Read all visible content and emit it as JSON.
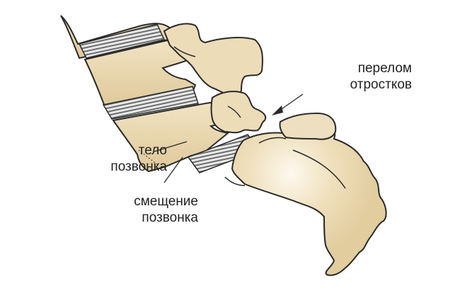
{
  "diagram": {
    "subject": "lumbar spine and sacrum with spondylolisthesis",
    "colors": {
      "bone": "#ead9b4",
      "bone_shadow": "#d7c294",
      "bone_highlight": "#fbf5e6",
      "outline": "#2a2a2a",
      "disc": "#8c8c8c",
      "disc_stripe": "#e8e8e8",
      "text": "#222222"
    },
    "labels": {
      "fracture": {
        "line1": "перелом",
        "line2": "отростков"
      },
      "vertebral_body": {
        "line1": "тело",
        "line2": "позвонка"
      },
      "displacement": {
        "line1": "смещение",
        "line2": "позвонка"
      }
    }
  }
}
